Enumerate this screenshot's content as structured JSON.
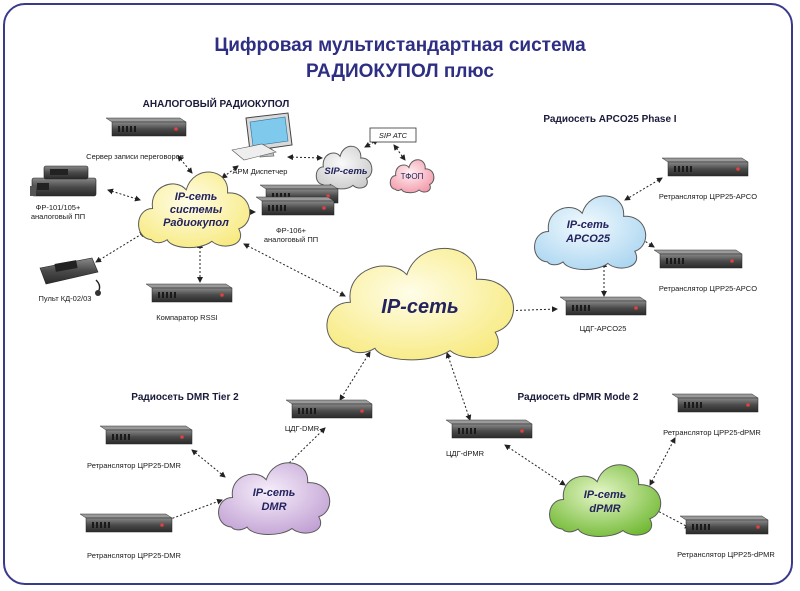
{
  "title": {
    "line1": "Цифровая мультистандартная система",
    "line2": "РАДИОКУПОЛ плюс"
  },
  "sections": {
    "analog": "АНАЛОГОВЫЙ РАДИОКУПОЛ",
    "apco": "Радиосеть APCO25 Phase I",
    "dmr": "Радиосеть DMR Tier 2",
    "dpmr": "Радиосеть dPMR Mode 2"
  },
  "clouds": {
    "main": "IP-сеть",
    "radiokupol": [
      "IP-сеть",
      "системы",
      "Радиокупол"
    ],
    "apco": [
      "IP-сеть",
      "APCO25"
    ],
    "dmr": [
      "IP-сеть",
      "DMR"
    ],
    "dpmr": [
      "IP-сеть",
      "dPMR"
    ],
    "sip": "SIP-сеть",
    "tfop": "ТФОП"
  },
  "labels": {
    "server": "Сервер записи переговоров",
    "arm": "АРМ Диспетчер",
    "sip_atc": "SIP АТС",
    "fr101_a": "ФР-101/105+",
    "fr101_b": "аналоговый ПП",
    "fr106_a": "ФР-106+",
    "fr106_b": "аналоговый ПП",
    "pult": "Пульт КД-02/03",
    "komparator": "Компаратор RSSI",
    "rep_apco_1": "Ретранслятор ЦРР25-APCO",
    "rep_apco_2": "Ретранслятор ЦРР25-APCO",
    "cdg_apco": "ЦДГ-APCO25",
    "cdg_dmr": "ЦДГ-DMR",
    "rep_dmr_1": "Ретранслятор ЦРР25-DMR",
    "rep_dmr_2": "Ретранслятор ЦРР25-DMR",
    "cdg_dpmr": "ЦДГ-dPMR",
    "rep_dpmr_1": "Ретранслятор ЦРР25-dPMR",
    "rep_dpmr_2": "Ретранслятор ЦРР25-dPMR"
  },
  "colors": {
    "frame": "#3a3a8c",
    "title": "#2e2e82",
    "cloud_main": "#fdf5b0",
    "cloud_radiokupol": "#fdf5b0",
    "cloud_apco": "#cfe8f8",
    "cloud_dmr": "#dcc8e6",
    "cloud_dpmr": "#9ed052",
    "cloud_sip": "#e4e4e4",
    "cloud_tfop": "#f8bcc6"
  }
}
